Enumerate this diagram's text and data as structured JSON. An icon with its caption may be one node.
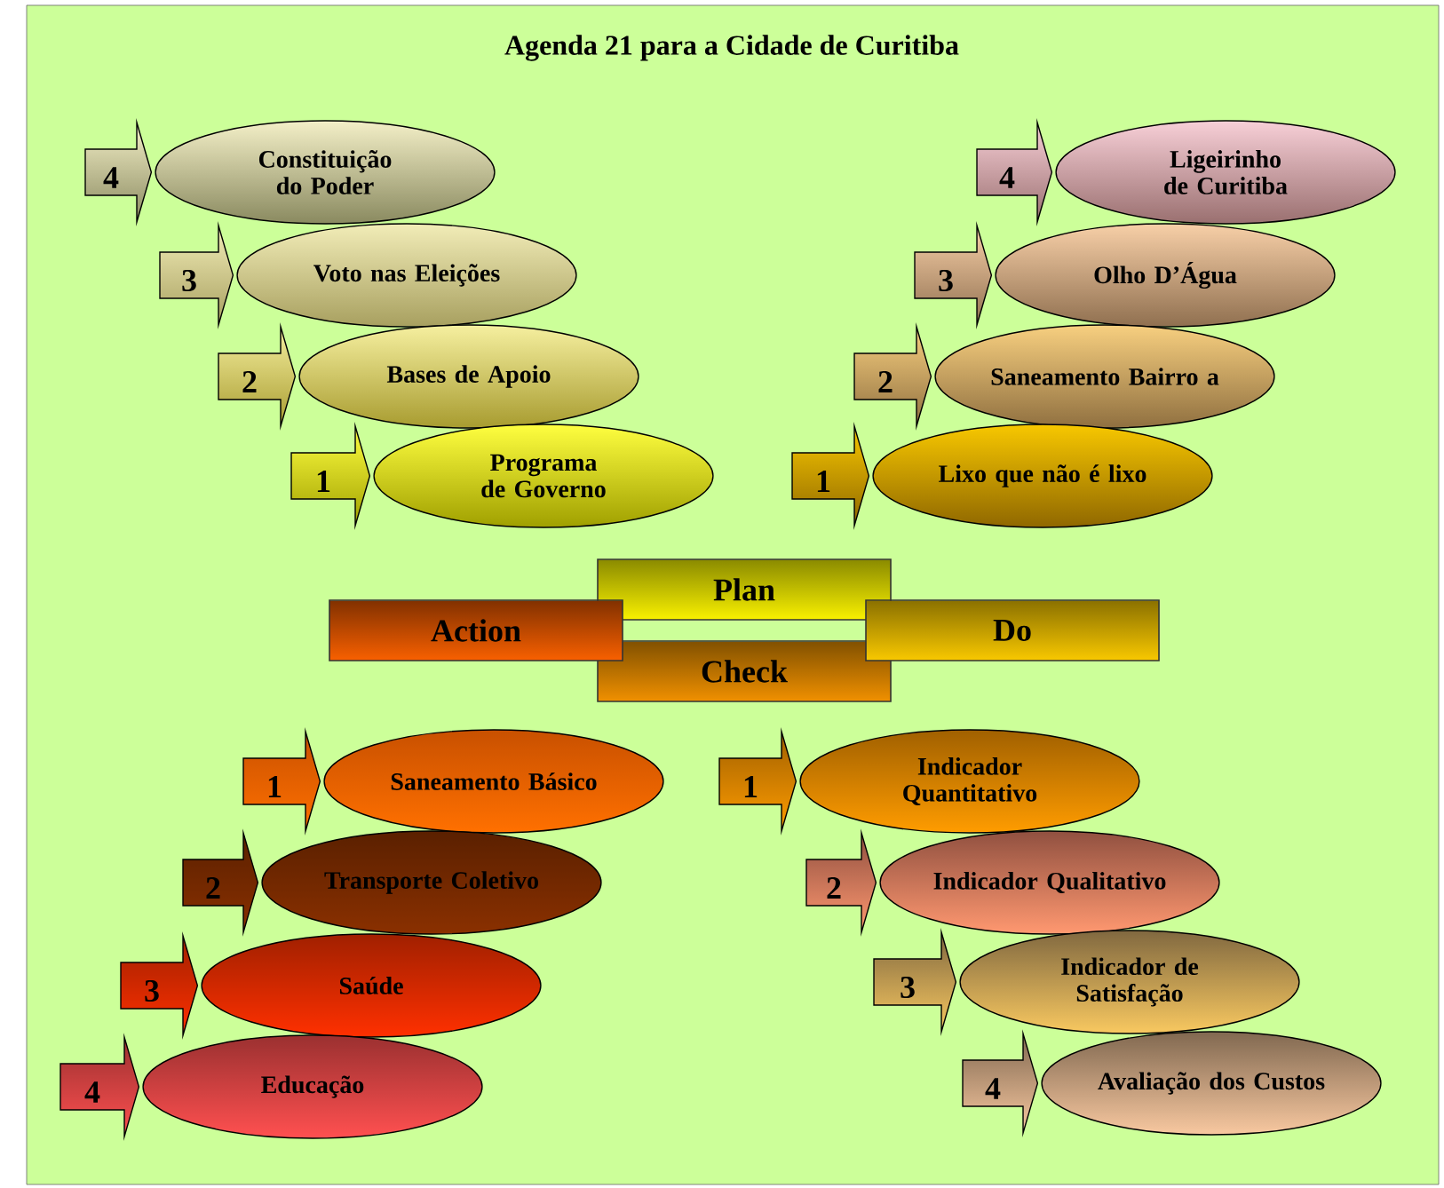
{
  "diagram": {
    "title": "Agenda 21 para a Cidade de Curitiba",
    "nodes": [
      {
        "text": [
          "Constituição do Poder"
        ]
      },
      {
        "text": [
          "Voto nas Eleições"
        ]
      },
      {
        "text": [
          "Bases de Apoio"
        ]
      },
      {
        "text": [
          "Programa de Governo"
        ]
      },
      {
        "text": [
          "Ligeirinho de Curitiba"
        ]
      },
      {
        "text": [
          "Olho D’Água"
        ]
      },
      {
        "text": [
          "Saneamento Bairro a"
        ]
      },
      {
        "text": [
          "Lixo que não é lixo"
        ]
      },
      {
        "text": [
          "Plan"
        ]
      },
      {
        "text": [
          "Action"
        ]
      },
      {
        "text": [
          "Do"
        ]
      },
      {
        "text": [
          "Check"
        ]
      },
      {
        "text": [
          "Saneamento Básico"
        ]
      },
      {
        "text": [
          "Transporte Coletivo"
        ]
      },
      {
        "text": [
          "Saúde"
        ]
      },
      {
        "text": [
          "Educação"
        ]
      },
      {
        "text": [
          "Indicador Quantitativo"
        ]
      },
      {
        "text": [
          "Indicador Qualitativo"
        ]
      },
      {
        "text": [
          "Indicador de Satisfação"
        ]
      },
      {
        "text": [
          "Avaliação dos Custos"
        ]
      }
    ],
    "edges": [
      {
        "from": null,
        "to": 0,
        "arrow": "to",
        "label": "4"
      },
      {
        "from": null,
        "to": 1,
        "arrow": "to",
        "label": "3"
      },
      {
        "from": null,
        "to": 2,
        "arrow": "to",
        "label": "2"
      },
      {
        "from": null,
        "to": 3,
        "arrow": "to",
        "label": "1"
      },
      {
        "from": null,
        "to": 4,
        "arrow": "to",
        "label": "4"
      },
      {
        "from": null,
        "to": 5,
        "arrow": "to",
        "label": "3"
      },
      {
        "from": null,
        "to": 6,
        "arrow": "to",
        "label": "2"
      },
      {
        "from": null,
        "to": 7,
        "arrow": "to",
        "label": "1"
      },
      {
        "from": null,
        "to": 12,
        "arrow": "to",
        "label": "1"
      },
      {
        "from": null,
        "to": 13,
        "arrow": "to",
        "label": "2"
      },
      {
        "from": null,
        "to": 14,
        "arrow": "to",
        "label": "3"
      },
      {
        "from": null,
        "to": 15,
        "arrow": "to",
        "label": "4"
      },
      {
        "from": null,
        "to": 16,
        "arrow": "to",
        "label": "1"
      },
      {
        "from": null,
        "to": 17,
        "arrow": "to",
        "label": "2"
      },
      {
        "from": null,
        "to": 18,
        "arrow": "to",
        "label": "3"
      },
      {
        "from": null,
        "to": 19,
        "arrow": "to",
        "label": "4"
      }
    ]
  }
}
